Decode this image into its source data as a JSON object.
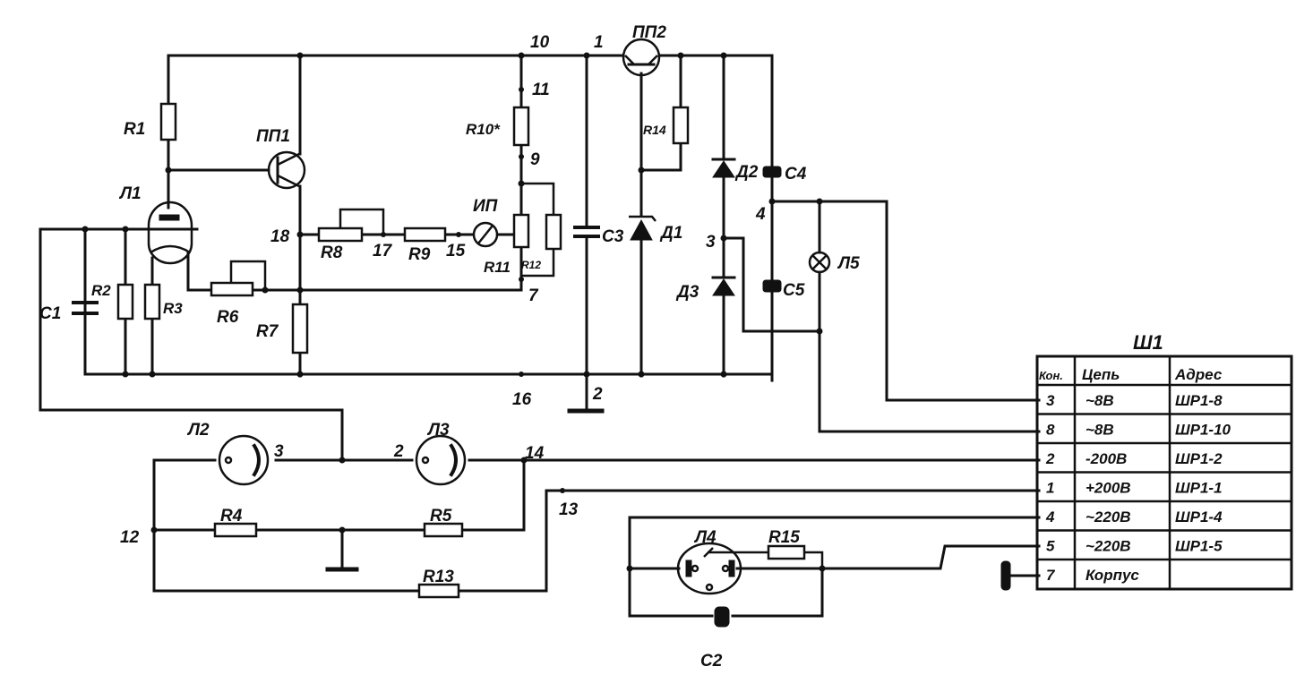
{
  "labels": {
    "node_10": "10",
    "node_1": "1",
    "node_11": "11",
    "node_9": "9",
    "node_18": "18",
    "node_17": "17",
    "node_15": "15",
    "node_7": "7",
    "node_16": "16",
    "node_2": "2",
    "node_3": "3",
    "node_4": "4",
    "node_12": "12",
    "node_14": "14",
    "node_13": "13",
    "node_3b": "3",
    "node_2b": "2"
  },
  "components": {
    "R1": "R1",
    "R2": "R2",
    "R3": "R3",
    "R4": "R4",
    "R5": "R5",
    "R6": "R6",
    "R7": "R7",
    "R8": "R8",
    "R9": "R9",
    "R10": "R10*",
    "R11": "R11",
    "R12": "R12",
    "R13": "R13",
    "R14": "R14",
    "R15": "R15",
    "C1": "C1",
    "C2": "C2",
    "C3": "C3",
    "C4": "C4",
    "C5": "C5",
    "PP1": "ПП1",
    "PP2": "ПП2",
    "L1": "Л1",
    "L2": "Л2",
    "L3": "Л3",
    "L4": "Л4",
    "L5": "Л5",
    "D1": "Д1",
    "D2": "Д2",
    "D3": "Д3",
    "IP": "ИП"
  },
  "connector": {
    "title": "Ш1",
    "headers": [
      "Кон.",
      "Цепь",
      "Адрес"
    ],
    "rows": [
      [
        "3",
        "~8В",
        "ШР1-8"
      ],
      [
        "8",
        "~8В",
        "ШР1-10"
      ],
      [
        "2",
        "-200В",
        "ШР1-2"
      ],
      [
        "1",
        "+200В",
        "ШР1-1"
      ],
      [
        "4",
        "~220В",
        "ШР1-4"
      ],
      [
        "5",
        "~220В",
        "ШР1-5"
      ],
      [
        "7",
        "Корпус",
        ""
      ]
    ]
  }
}
